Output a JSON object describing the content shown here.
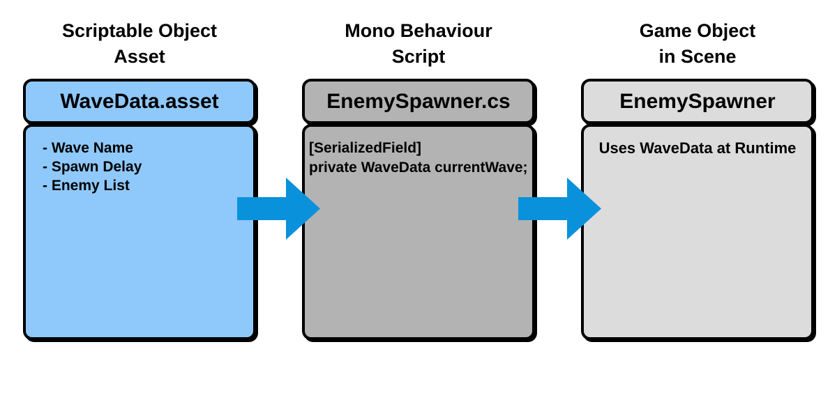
{
  "diagram": {
    "background": "#FFFFFF",
    "border_color": "#000000",
    "columns": [
      {
        "heading_line1": "Scriptable Object",
        "heading_line2": "Asset",
        "card": {
          "title": "WaveData.asset",
          "fill": "#8FC9FC",
          "body_lines": [
            "- Wave Name",
            "- Spawn Delay",
            "- Enemy List"
          ]
        }
      },
      {
        "heading_line1": "Mono Behaviour",
        "heading_line2": "Script",
        "card": {
          "title": "EnemySpawner.cs",
          "fill": "#B3B3B3",
          "body_lines": [
            "[SerializedField]",
            "private WaveData currentWave;"
          ]
        }
      },
      {
        "heading_line1": "Game Object",
        "heading_line2": "in Scene",
        "card": {
          "title": "EnemySpawner",
          "fill": "#DCDCDC",
          "body_lines": [
            "Uses WaveData at Runtime"
          ]
        }
      }
    ],
    "arrows": [
      {
        "name": "arrow-1",
        "color": "#0A91DB"
      },
      {
        "name": "arrow-2",
        "color": "#0A91DB"
      }
    ]
  }
}
